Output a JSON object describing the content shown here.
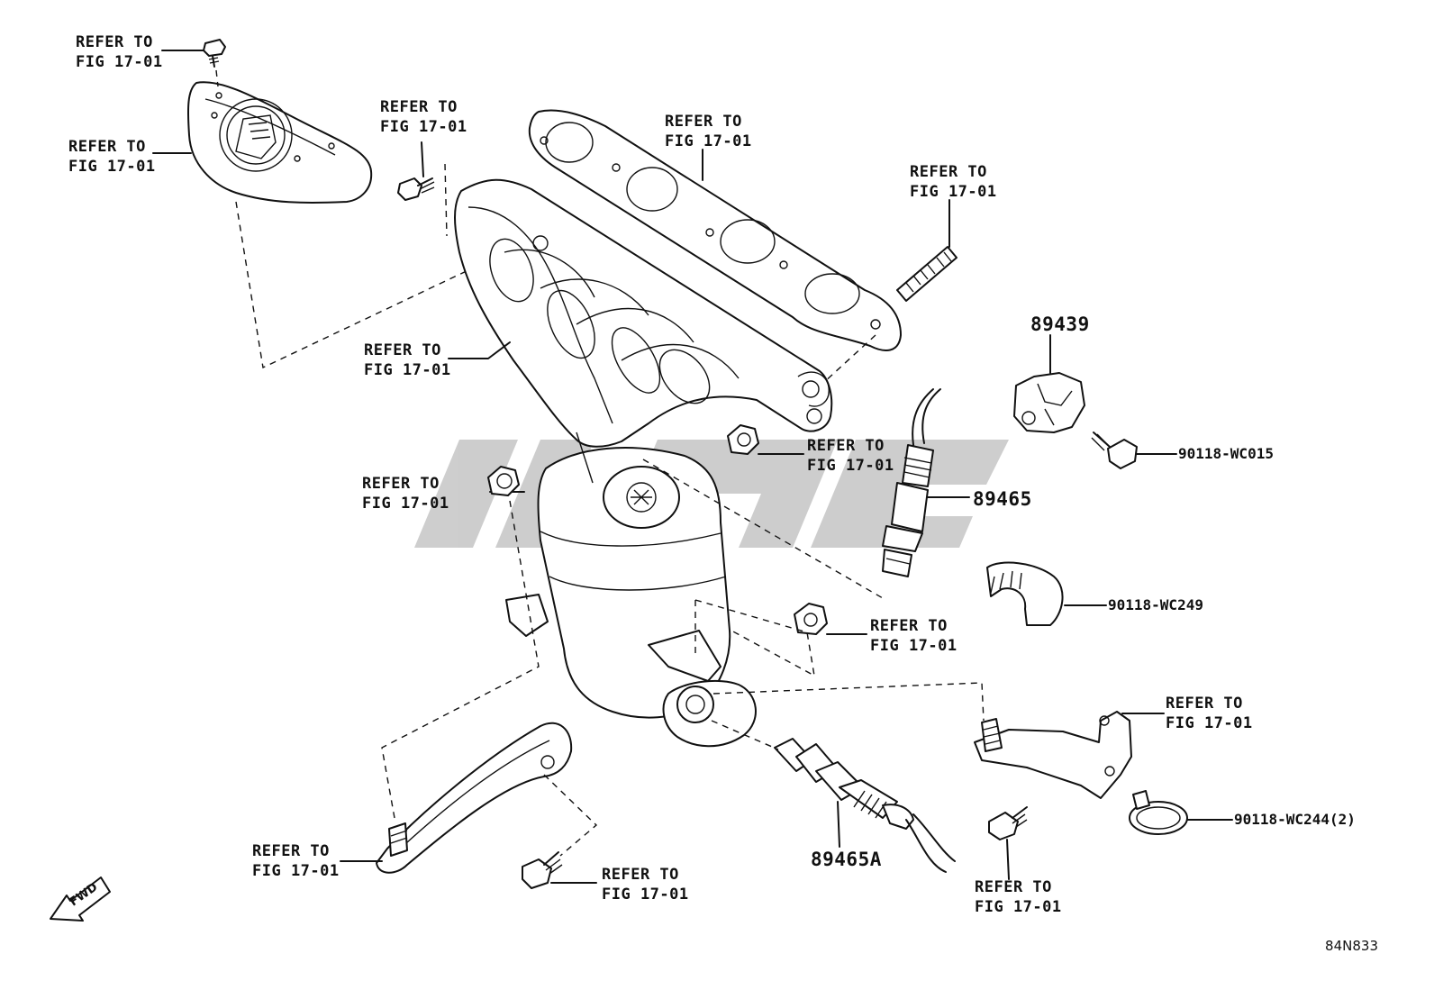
{
  "callouts": [
    {
      "id": "c1",
      "text": "REFER TO\nFIG 17-01"
    },
    {
      "id": "c2",
      "text": "REFER TO\nFIG 17-01"
    },
    {
      "id": "c3",
      "text": "REFER TO\nFIG 17-01"
    },
    {
      "id": "c4",
      "text": "REFER TO\nFIG 17-01"
    },
    {
      "id": "c5",
      "text": "REFER TO\nFIG 17-01"
    },
    {
      "id": "c6",
      "text": "REFER TO\nFIG 17-01"
    },
    {
      "id": "c7",
      "text": "REFER TO\nFIG 17-01"
    },
    {
      "id": "c8",
      "text": "REFER TO\nFIG 17-01"
    },
    {
      "id": "c9",
      "text": "REFER TO\nFIG 17-01"
    },
    {
      "id": "c10",
      "text": "REFER TO\nFIG 17-01"
    },
    {
      "id": "c11",
      "text": "REFER TO\nFIG 17-01"
    },
    {
      "id": "c12",
      "text": "REFER TO\nFIG 17-01"
    },
    {
      "id": "c13",
      "text": "REFER TO\nFIG 17-01"
    }
  ],
  "part_numbers": {
    "bracket_clamp": "89439",
    "bolt_a": "90118-WC015",
    "sensor_upper": "89465",
    "clip_a": "90118-WC249",
    "sensor_lower": "89465A",
    "clip_b": "90118-WC244(2)"
  },
  "fwd_arrow": {
    "label": "FWD",
    "icon": "fwd-arrow-icon"
  },
  "diagram_code": "84N833",
  "colors": {
    "line": "#111111",
    "background": "#ffffff",
    "watermark": "#bdbdbd"
  }
}
